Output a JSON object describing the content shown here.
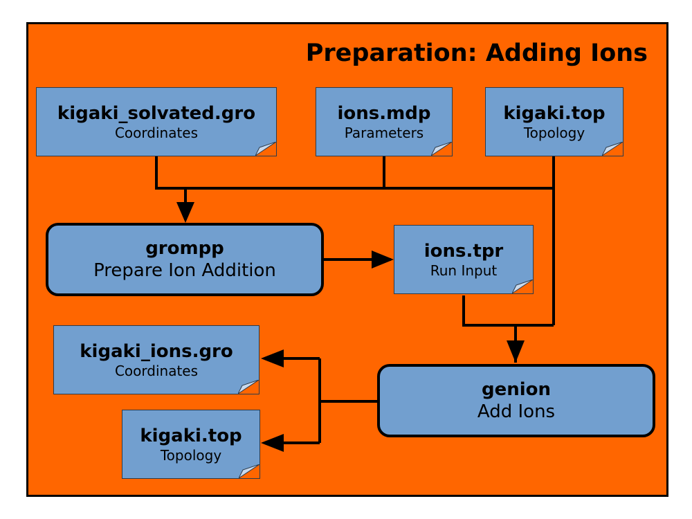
{
  "title": "Preparation: Adding Ions",
  "inputs": [
    {
      "name": "kigaki_solvated.gro",
      "sub": "Coordinates"
    },
    {
      "name": "ions.mdp",
      "sub": "Parameters"
    },
    {
      "name": "kigaki.top",
      "sub": "Topology"
    }
  ],
  "grompp": {
    "name": "grompp",
    "sub": "Prepare Ion Addition"
  },
  "tpr": {
    "name": "ions.tpr",
    "sub": "Run Input"
  },
  "genion": {
    "name": "genion",
    "sub": "Add Ions"
  },
  "outputs": [
    {
      "name": "kigaki_ions.gro",
      "sub": "Coordinates"
    },
    {
      "name": "kigaki.top",
      "sub": "Topology"
    }
  ],
  "colors": {
    "background": "#ff6600",
    "box": "#729fcf",
    "line": "#000000"
  }
}
